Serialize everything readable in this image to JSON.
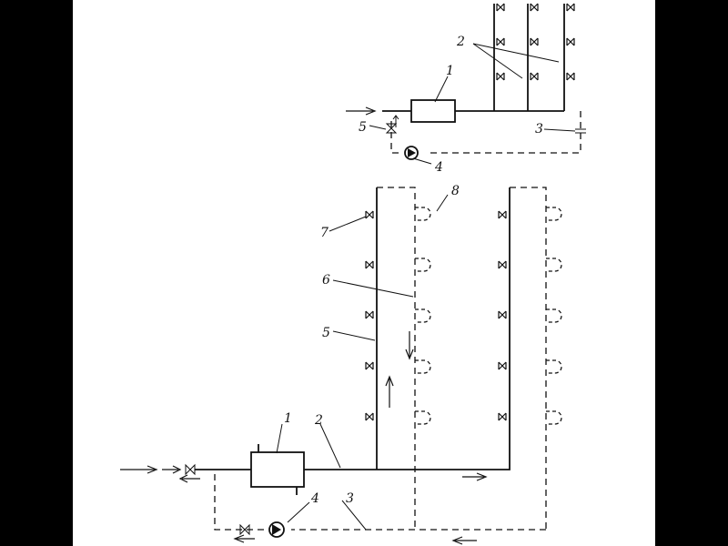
{
  "upper_scheme": {
    "label_heater": "1",
    "label_risers": "2",
    "label_return": "3",
    "label_pump": "4",
    "label_valve": "5"
  },
  "lower_scheme": {
    "label_heater": "1",
    "label_supply_main": "2",
    "label_return_main": "3",
    "label_pump": "4",
    "label_riser": "5",
    "label_circulation_riser": "6",
    "label_tap": "7",
    "label_towel_dryer": "8"
  },
  "colors": {
    "background": "#000000",
    "sheet": "#ffffff",
    "ink": "#111111"
  }
}
